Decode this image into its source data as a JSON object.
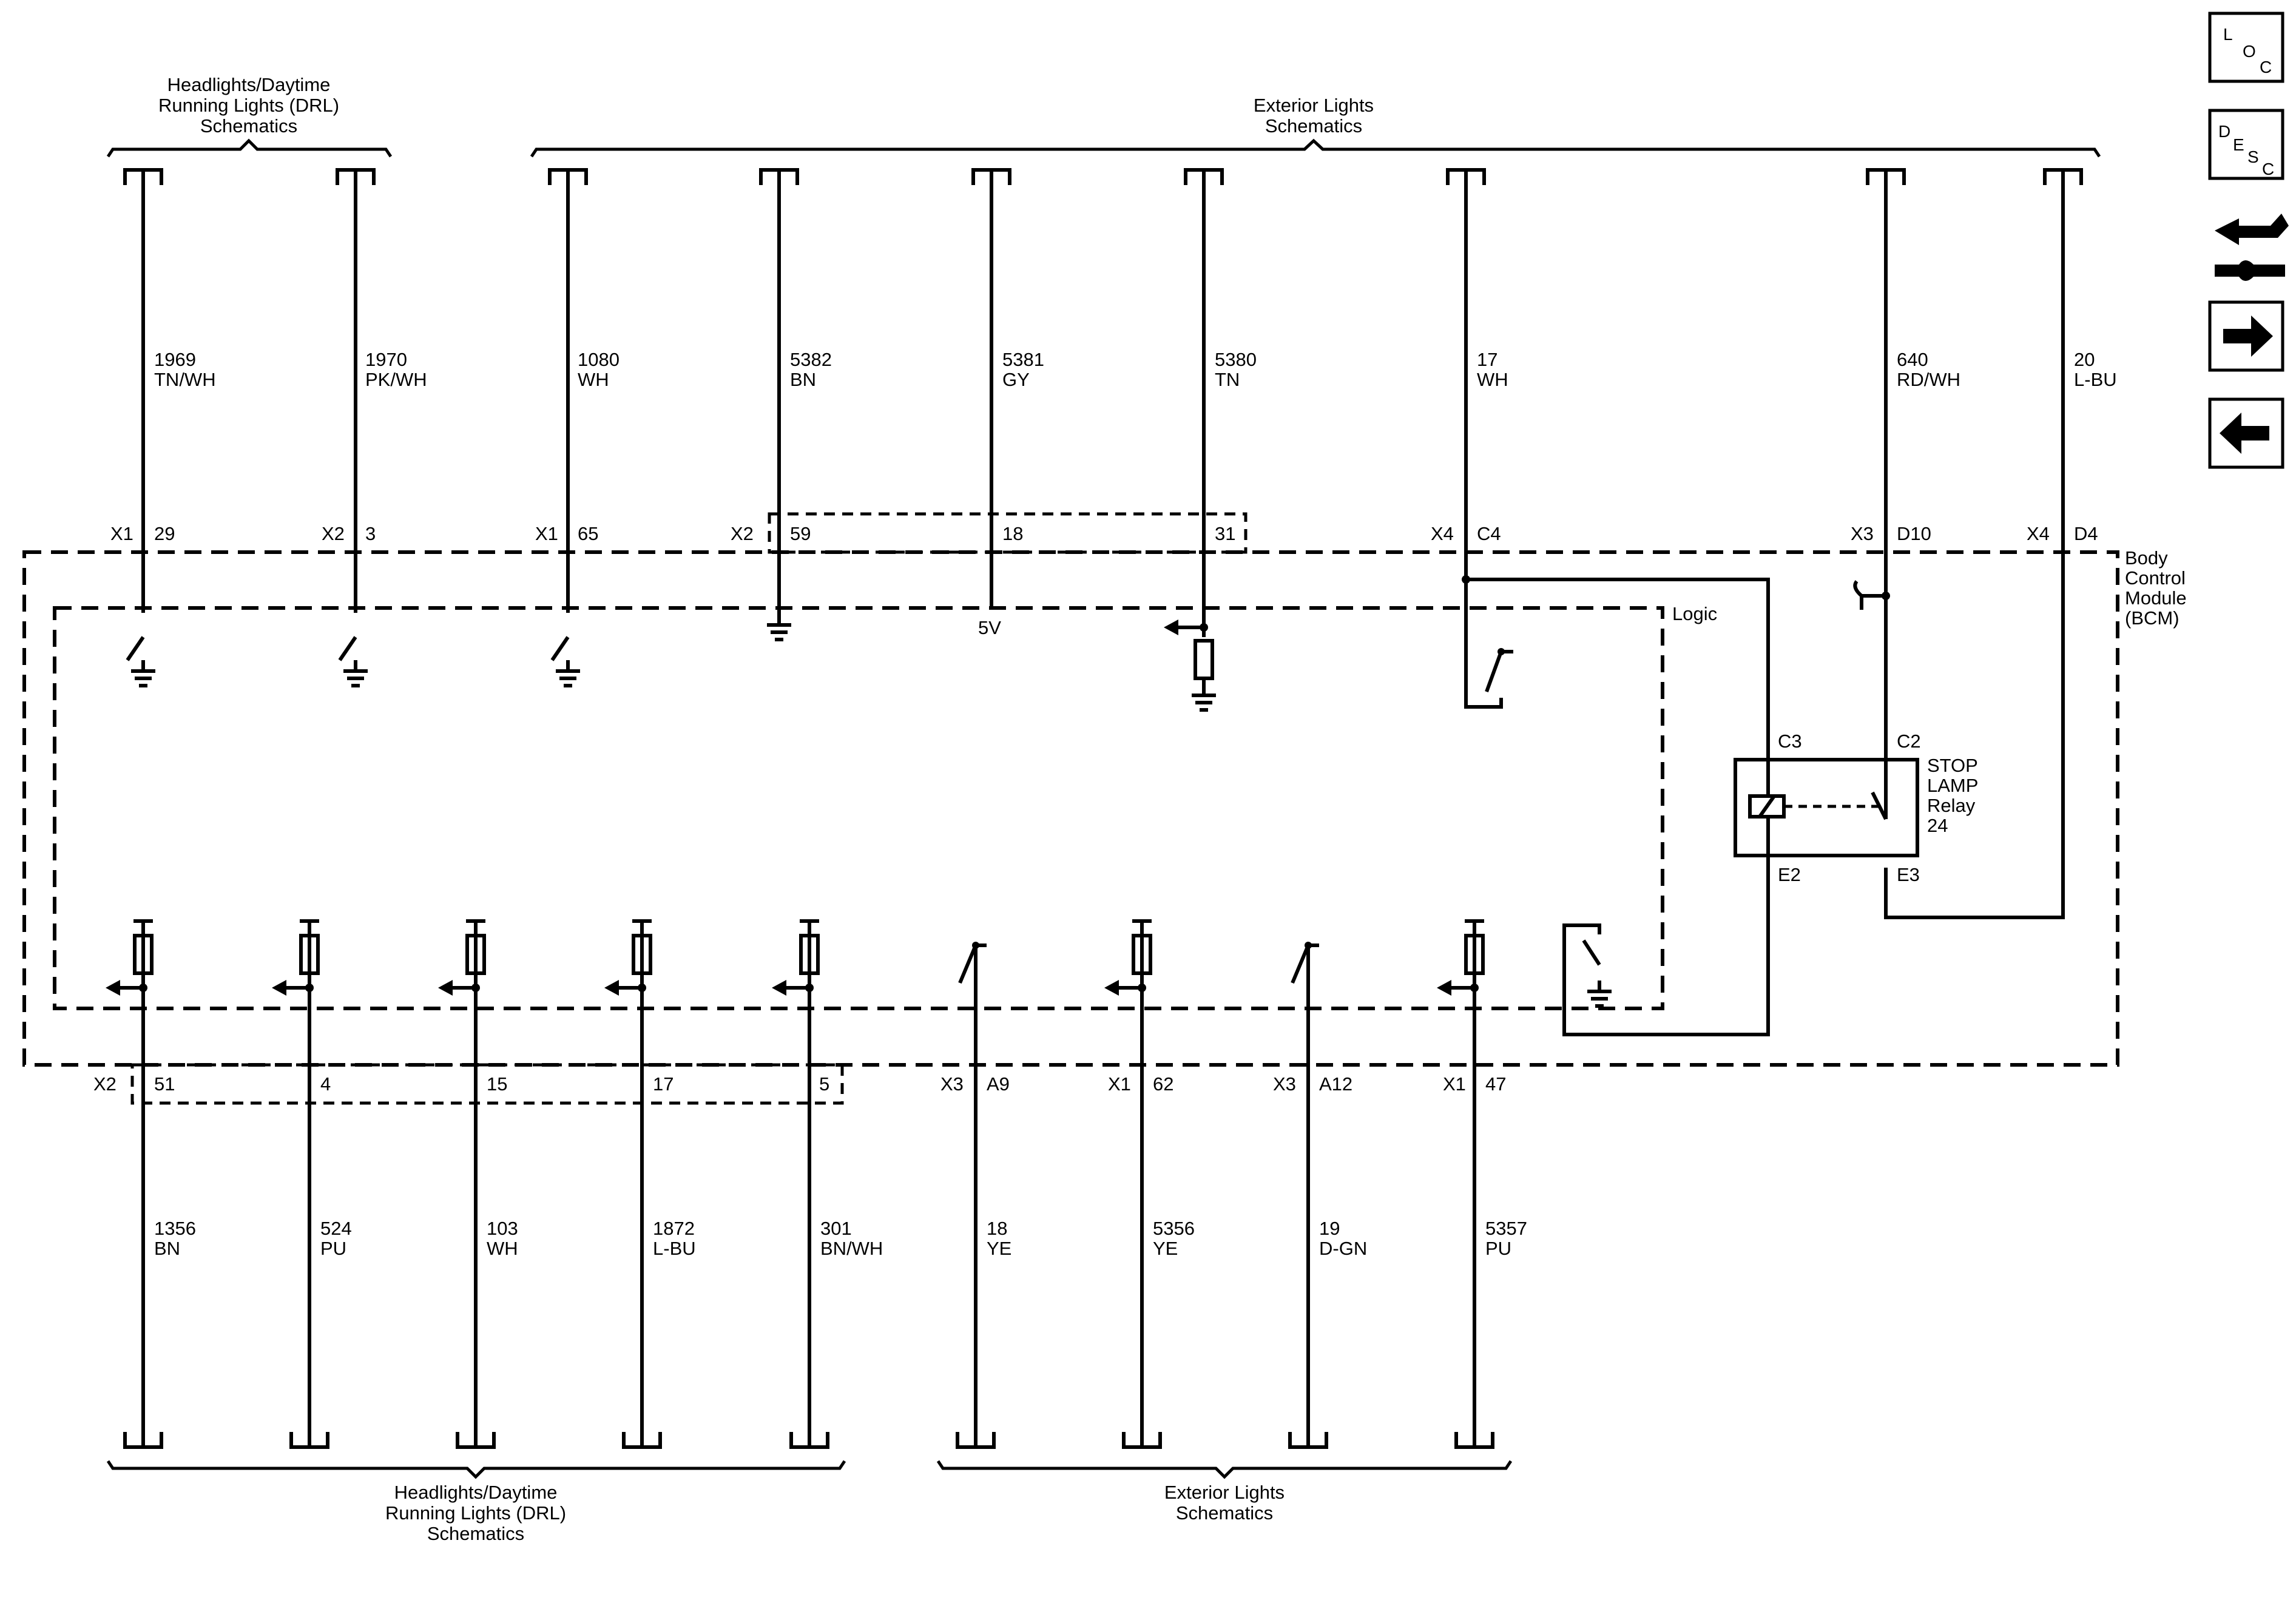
{
  "groups": {
    "top_left": [
      "Headlights/Daytime",
      "Running Lights (DRL)",
      "Schematics"
    ],
    "top_right": [
      "Exterior Lights",
      "Schematics"
    ],
    "bottom_left": [
      "Headlights/Daytime",
      "Running Lights (DRL)",
      "Schematics"
    ],
    "bottom_right": [
      "Exterior Lights",
      "Schematics"
    ]
  },
  "module": {
    "name": [
      "Body",
      "Control",
      "Module",
      "(BCM)"
    ],
    "logic_label": "Logic",
    "five_volt": "5V"
  },
  "top_wires": [
    {
      "circuit": "1969",
      "color": "TN/WH",
      "connector": "X1",
      "pin": "29"
    },
    {
      "circuit": "1970",
      "color": "PK/WH",
      "connector": "X2",
      "pin": "3"
    },
    {
      "circuit": "1080",
      "color": "WH",
      "connector": "X1",
      "pin": "65"
    },
    {
      "circuit": "5382",
      "color": "BN",
      "connector": "X2",
      "pin": "59"
    },
    {
      "circuit": "5381",
      "color": "GY",
      "connector": "",
      "pin": "18"
    },
    {
      "circuit": "5380",
      "color": "TN",
      "connector": "",
      "pin": "31"
    },
    {
      "circuit": "17",
      "color": "WH",
      "connector": "X4",
      "pin": "C4"
    },
    {
      "circuit": "640",
      "color": "RD/WH",
      "connector": "X3",
      "pin": "D10"
    },
    {
      "circuit": "20",
      "color": "L-BU",
      "connector": "X4",
      "pin": "D4"
    }
  ],
  "bottom_wires": [
    {
      "circuit": "1356",
      "color": "BN",
      "connector": "X2",
      "pin": "51"
    },
    {
      "circuit": "524",
      "color": "PU",
      "connector": "",
      "pin": "4"
    },
    {
      "circuit": "103",
      "color": "WH",
      "connector": "",
      "pin": "15"
    },
    {
      "circuit": "1872",
      "color": "L-BU",
      "connector": "",
      "pin": "17"
    },
    {
      "circuit": "301",
      "color": "BN/WH",
      "connector": "",
      "pin": "5"
    },
    {
      "circuit": "18",
      "color": "YE",
      "connector": "X3",
      "pin": "A9"
    },
    {
      "circuit": "5356",
      "color": "YE",
      "connector": "X1",
      "pin": "62"
    },
    {
      "circuit": "19",
      "color": "D-GN",
      "connector": "X3",
      "pin": "A12"
    },
    {
      "circuit": "5357",
      "color": "PU",
      "connector": "X1",
      "pin": "47"
    }
  ],
  "relay": {
    "name": [
      "STOP",
      "LAMP",
      "Relay",
      "24"
    ],
    "pins": {
      "c3": "C3",
      "c2": "C2",
      "e2": "E2",
      "e3": "E3"
    }
  },
  "nav": {
    "loc": [
      "L",
      "O",
      "C"
    ],
    "desc": [
      "D",
      "E",
      "S",
      "C"
    ],
    "icons": [
      "connector-end-view-icon",
      "next-page-icon",
      "previous-page-icon"
    ]
  }
}
